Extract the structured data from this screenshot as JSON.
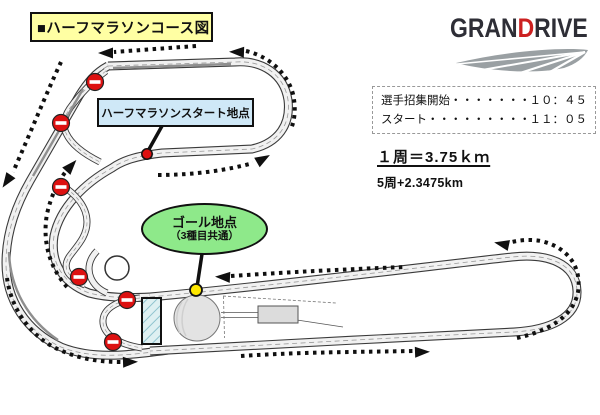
{
  "title": "■ハーフマラソンコース図",
  "logo": {
    "gran": "GRAN",
    "d": "D",
    "rive": "RIVE"
  },
  "schedule": {
    "rows": [
      {
        "label": "選手招集開始",
        "leader": "・・・・・・・・・・・・・・",
        "time": "１０：４５"
      },
      {
        "label": "スタート",
        "leader": "・・・・・・・・・・・・・・・・・・",
        "time": "１１：０５"
      }
    ]
  },
  "lap_info": {
    "per_lap": "１周＝3.75ｋｍ",
    "total": "5周+2.3475km"
  },
  "course_labels": {
    "start_point": "ハーフマラソンスタート地点",
    "goal_line1": "ゴール地点",
    "goal_line2": "（3種目共通）"
  },
  "colors": {
    "title_bg": "#FFFFA3",
    "start_label_bg": "#CFE8F7",
    "goal_label_bg": "#8EE98A",
    "logo_dark": "#2E2E36",
    "logo_red": "#CC2020",
    "no_entry_red": "#DD1111",
    "start_dot": "#DD1111",
    "goal_dot": "#FFE800",
    "road_fill": "#F1F1F1",
    "arrow_black": "#101010"
  }
}
